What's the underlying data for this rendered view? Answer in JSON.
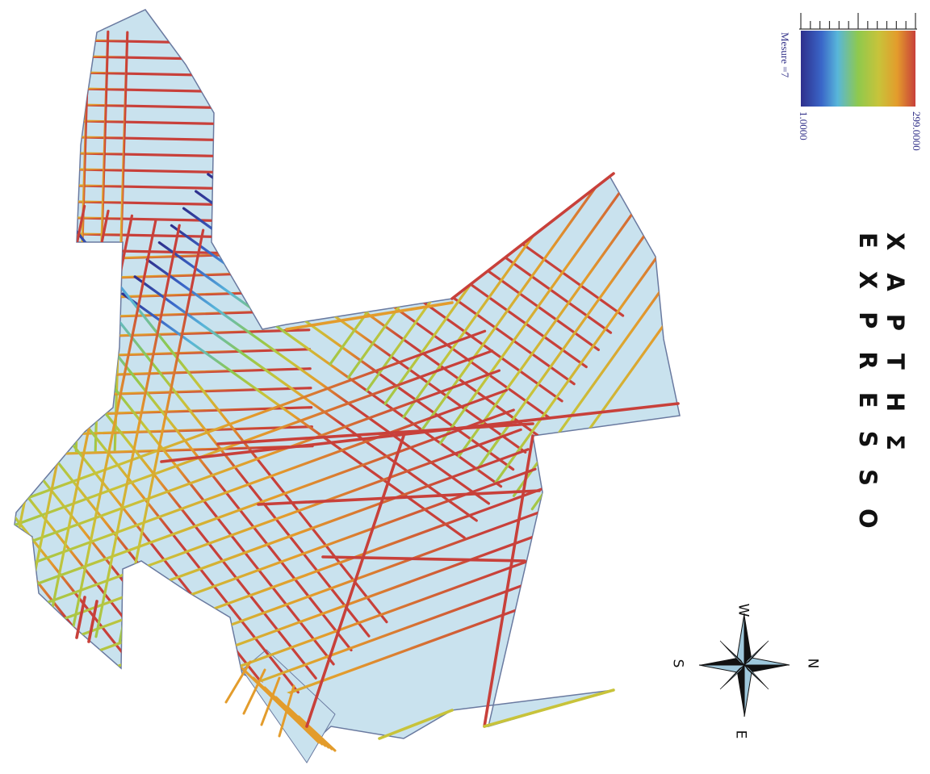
{
  "title": "ΧΑΡΤΗΣ EXPRESSO",
  "legend": {
    "min_label": "1.0000",
    "max_label": "299.0000",
    "measure_label": "Mesure =7",
    "colors": [
      "#2e2f8c",
      "#3a66c8",
      "#58b6da",
      "#8fc94d",
      "#c8c33a",
      "#e39c2c",
      "#c8403a"
    ]
  },
  "compass": {
    "north": "N",
    "east": "E",
    "south": "S",
    "west": "W"
  },
  "colors": {
    "area_fill": "#c9e2ee",
    "outline": "#6a7aa0"
  }
}
